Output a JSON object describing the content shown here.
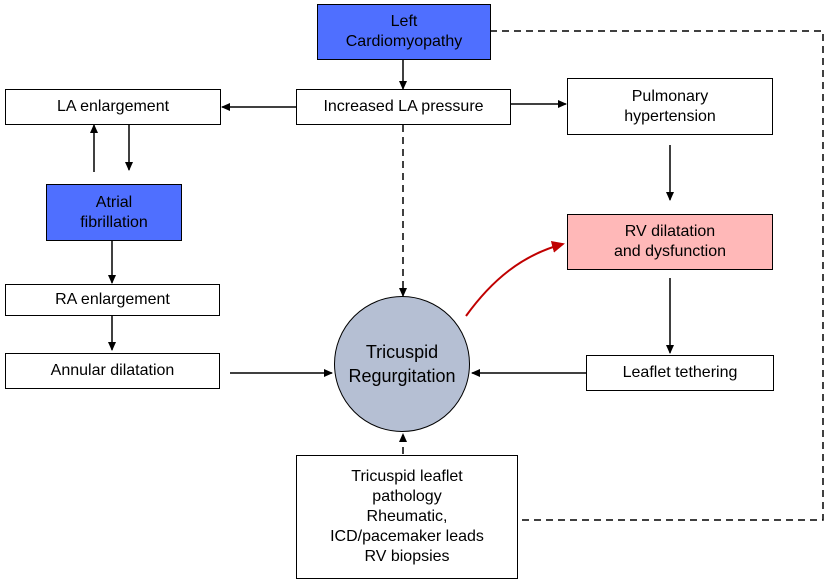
{
  "nodes": {
    "left_cardiomyopathy": "Left\nCardiomyopathy",
    "increased_la_pressure": "Increased  LA pressure",
    "la_enlargement": "LA enlargement",
    "pulmonary_hypertension": "Pulmonary\nhypertension",
    "atrial_fibrillation": "Atrial\nfibrillation",
    "rv_dilatation": "RV dilatation\nand dysfunction",
    "ra_enlargement": "RA enlargement",
    "annular_dilatation": "Annular dilatation",
    "tricuspid_regurgitation": "Tricuspid\nRegurgitation",
    "leaflet_tethering": "Leaflet  tethering",
    "tricuspid_leaflet_pathology": "Tricuspid leaflet\npathology\nRheumatic,\nICD/pacemaker leads\nRV biopsies"
  },
  "colors": {
    "highlight_blue": "#4f6fff",
    "highlight_pink": "#ffb8b8",
    "circle_fill": "#b5bfd3",
    "red_arrow": "#c00000"
  }
}
